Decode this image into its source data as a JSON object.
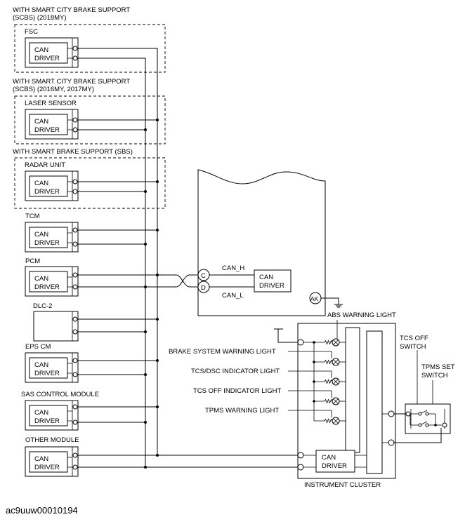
{
  "groups": {
    "scbs_2018": [
      "WITH SMART CITY BRAKE SUPPORT",
      "(SCBS) (2018MY)"
    ],
    "scbs_2016": [
      "WITH SMART CITY BRAKE SUPPORT",
      "(SCBS) (2016MY, 2017MY)"
    ],
    "sbs": "WITH SMART BRAKE SUPPORT (SBS)"
  },
  "modules": {
    "fsc": "FSC",
    "laser_sensor": "LASER SENSOR",
    "radar_unit": "RADAR UNIT",
    "tcm": "TCM",
    "pcm": "PCM",
    "dlc2": "DLC-2",
    "eps_cm": "EPS CM",
    "sas": "SAS CONTROL MODULE",
    "other": "OTHER MODULE"
  },
  "can_driver": [
    "CAN",
    "DRIVER"
  ],
  "abs_unit": {
    "pin_c": "C",
    "pin_d": "D",
    "pin_ak": "AK",
    "can_h": "CAN_H",
    "can_l": "CAN_L"
  },
  "cluster": {
    "abs_warning": "ABS WARNING LIGHT",
    "brake_warning": "BRAKE SYSTEM WARNING LIGHT",
    "tcs_dsc": "TCS/DSC INDICATOR LIGHT",
    "tcs_off_ind": "TCS OFF INDICATOR LIGHT",
    "tpms_warning": "TPMS WARNING LIGHT",
    "title": "INSTRUMENT CLUSTER"
  },
  "switches": {
    "tcs_off": [
      "TCS OFF",
      "SWITCH"
    ],
    "tpms_set": [
      "TPMS SET",
      "SWITCH"
    ]
  },
  "reference_code": "ac9uuw00010194"
}
